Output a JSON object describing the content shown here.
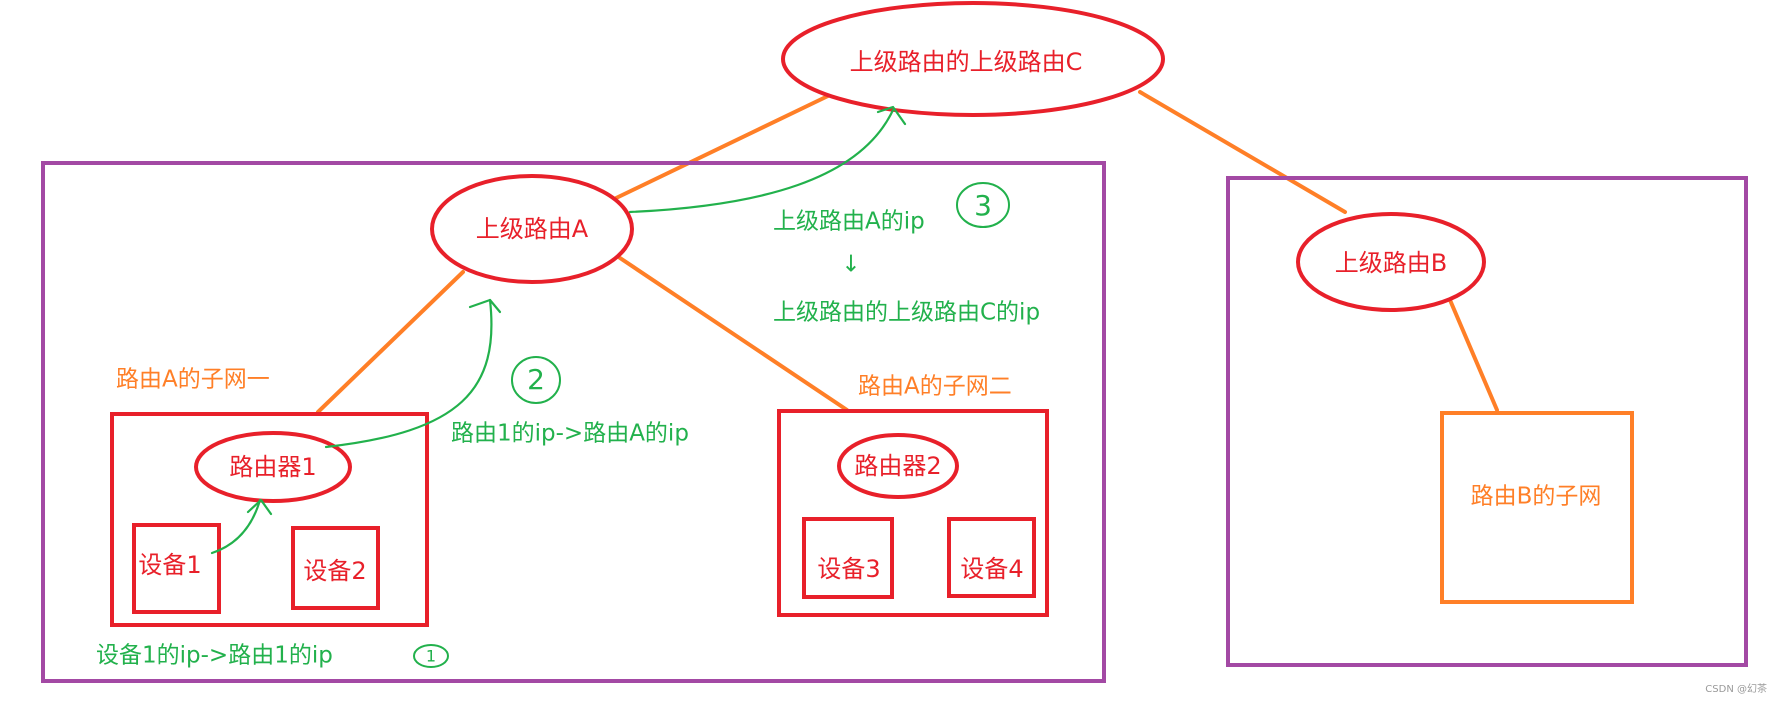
{
  "routers": {
    "router_c": "上级路由的上级路由C",
    "router_a": "上级路由A",
    "router_b": "上级路由B",
    "router_1": "路由器1",
    "router_2": "路由器2"
  },
  "devices": {
    "device_1": "设备1",
    "device_2": "设备2",
    "device_3": "设备3",
    "device_4": "设备4"
  },
  "subnets": {
    "subnet_a1": "路由A的子网一",
    "subnet_a2": "路由A的子网二",
    "subnet_b": "路由B的子网"
  },
  "steps": {
    "step_1_text": "设备1的ip->路由1的ip",
    "step_1_badge": "1",
    "step_2_text": "路由1的ip->路由A的ip",
    "step_2_badge": "2",
    "step_3_line1": "上级路由A的ip",
    "step_3_arrow": "↓",
    "step_3_line2": "上级路由的上级路由C的ip",
    "step_3_badge": "3"
  },
  "footer": {
    "watermark": "CSDN @幻茶"
  },
  "colors": {
    "router_red": "#e8202a",
    "step_green": "#22b14c",
    "link_orange": "#ff7f27",
    "domain_purple": "#a349a4"
  }
}
